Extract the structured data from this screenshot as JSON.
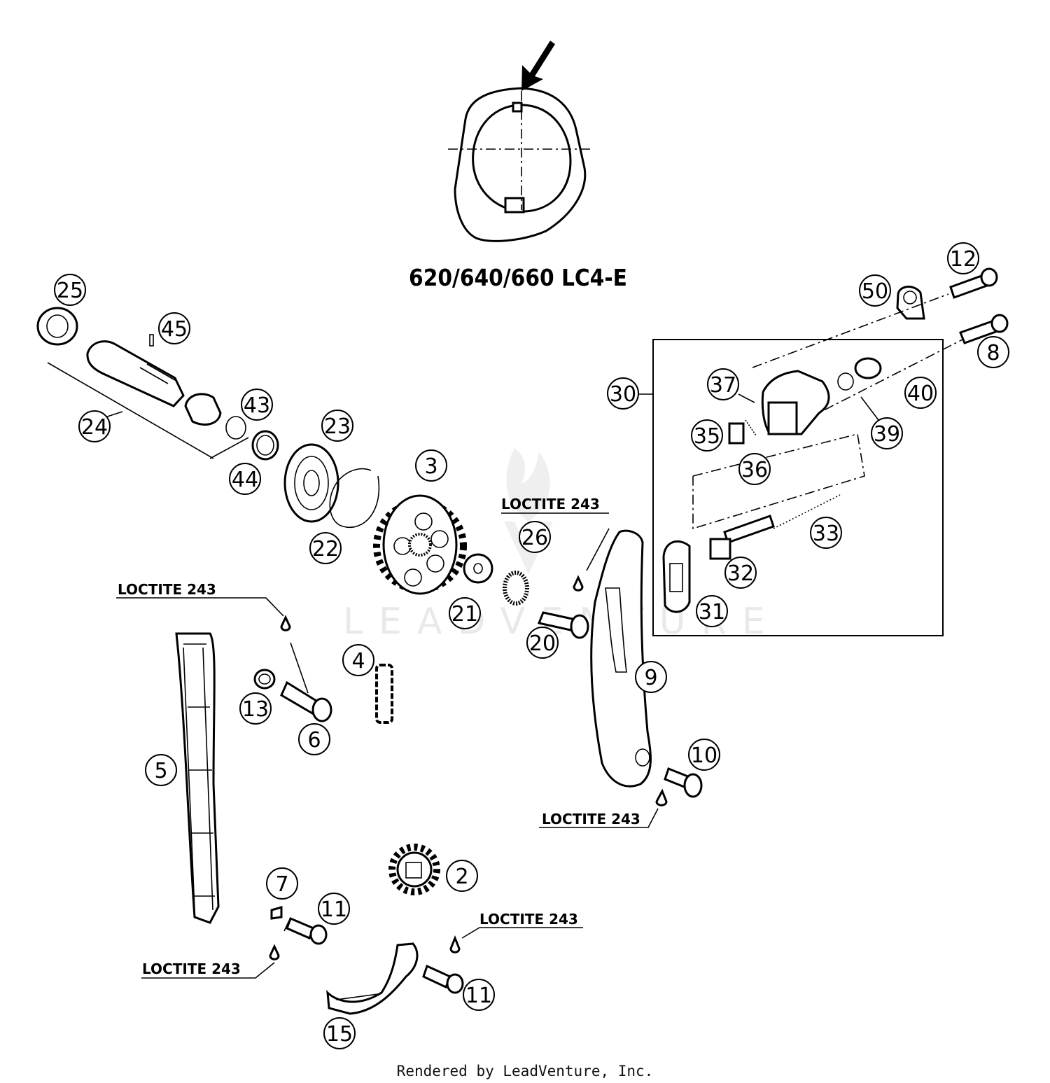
{
  "diagram": {
    "model_label": "620/640/660 LC4-E",
    "footer": "Rendered by LeadVenture, Inc.",
    "watermark": "LEADVENTURE",
    "callouts": [
      {
        "key": "c25",
        "label": "25"
      },
      {
        "key": "c45",
        "label": "45"
      },
      {
        "key": "c24",
        "label": "24"
      },
      {
        "key": "c43",
        "label": "43"
      },
      {
        "key": "c44",
        "label": "44"
      },
      {
        "key": "c23",
        "label": "23"
      },
      {
        "key": "c22",
        "label": "22"
      },
      {
        "key": "c3",
        "label": "3"
      },
      {
        "key": "c26",
        "label": "26"
      },
      {
        "key": "c21",
        "label": "21"
      },
      {
        "key": "c20",
        "label": "20"
      },
      {
        "key": "c4",
        "label": "4"
      },
      {
        "key": "c13",
        "label": "13"
      },
      {
        "key": "c6",
        "label": "6"
      },
      {
        "key": "c5",
        "label": "5"
      },
      {
        "key": "c9",
        "label": "9"
      },
      {
        "key": "c10",
        "label": "10"
      },
      {
        "key": "c2",
        "label": "2"
      },
      {
        "key": "c7",
        "label": "7"
      },
      {
        "key": "c11a",
        "label": "11"
      },
      {
        "key": "c11b",
        "label": "11"
      },
      {
        "key": "c15",
        "label": "15"
      },
      {
        "key": "c12",
        "label": "12"
      },
      {
        "key": "c50",
        "label": "50"
      },
      {
        "key": "c8",
        "label": "8"
      },
      {
        "key": "c30",
        "label": "30"
      },
      {
        "key": "c37",
        "label": "37"
      },
      {
        "key": "c40",
        "label": "40"
      },
      {
        "key": "c35",
        "label": "35"
      },
      {
        "key": "c36",
        "label": "36"
      },
      {
        "key": "c39",
        "label": "39"
      },
      {
        "key": "c33",
        "label": "33"
      },
      {
        "key": "c32",
        "label": "32"
      },
      {
        "key": "c31",
        "label": "31"
      }
    ],
    "notes": [
      {
        "key": "n1",
        "text": "LOCTITE 243"
      },
      {
        "key": "n2",
        "text": "LOCTITE 243"
      },
      {
        "key": "n3",
        "text": "LOCTITE 243"
      },
      {
        "key": "n4",
        "text": "LOCTITE 243"
      },
      {
        "key": "n5",
        "text": "LOCTITE 243"
      }
    ]
  }
}
